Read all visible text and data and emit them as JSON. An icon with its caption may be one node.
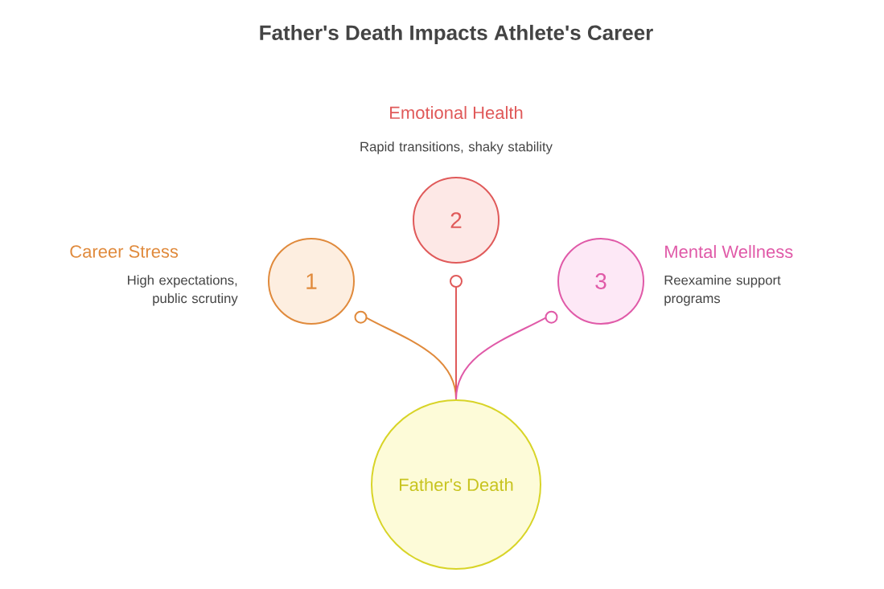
{
  "diagram": {
    "title": "Father's Death Impacts Athlete's Career",
    "nodes": [
      {
        "text": [
          "1"
        ],
        "beside": [
          "Career Stress",
          "High expectations, public scrutiny"
        ]
      },
      {
        "text": [
          "2"
        ],
        "beside": [
          "Emotional Health",
          "Rapid transitions, shaky stability"
        ]
      },
      {
        "text": [
          "3"
        ],
        "beside": [
          "Mental Wellness",
          "Reexamine support programs"
        ]
      },
      {
        "text": [
          "Father's Death"
        ]
      }
    ],
    "edges": [
      {
        "from": 3,
        "to": 0,
        "arrow": "other",
        "color": "#e08a3c"
      },
      {
        "from": 3,
        "to": 1,
        "arrow": "other",
        "color": "#e05a5a"
      },
      {
        "from": 3,
        "to": 2,
        "arrow": "other",
        "color": "#e05aa8"
      }
    ]
  }
}
